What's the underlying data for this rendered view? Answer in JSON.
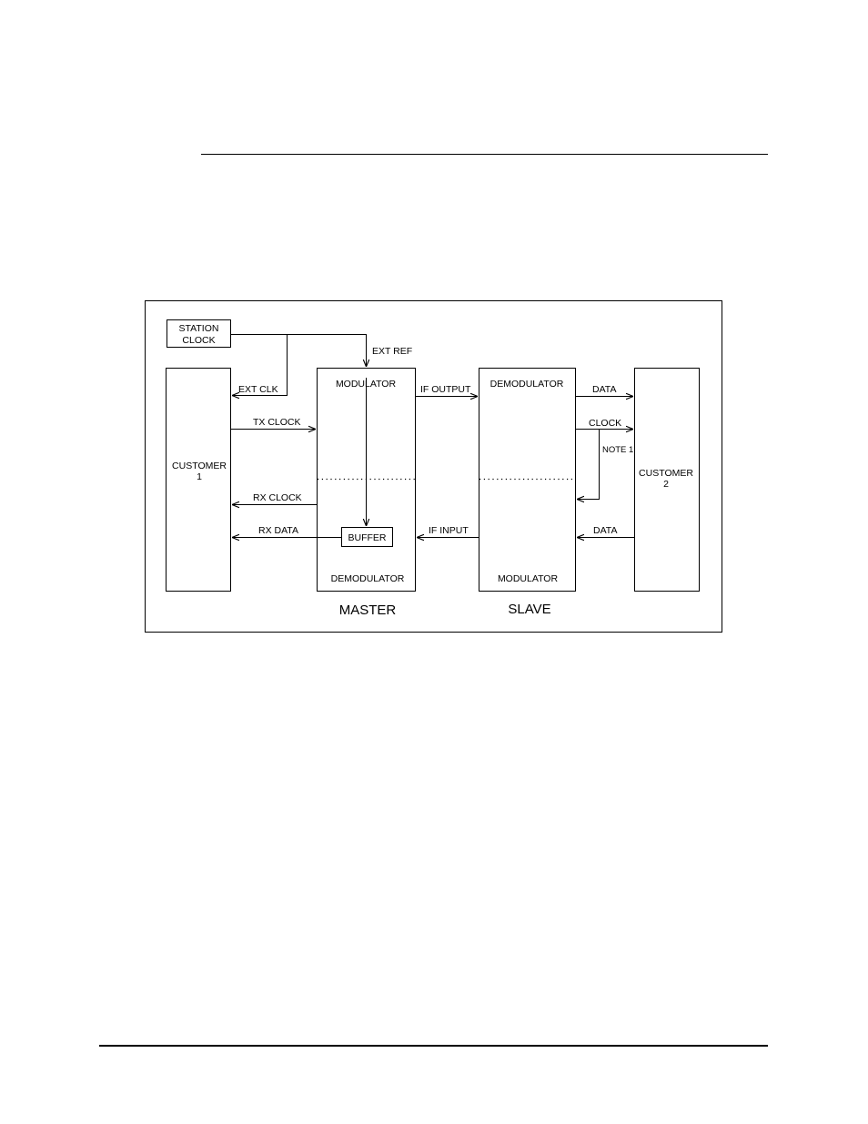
{
  "diagram": {
    "station_clock": {
      "line1": "STATION",
      "line2": "CLOCK"
    },
    "customer1": {
      "line1": "CUSTOMER",
      "line2": "1"
    },
    "customer2": {
      "line1": "CUSTOMER",
      "line2": "2"
    },
    "master": {
      "title": "MASTER",
      "modulator": "MODULATOR",
      "demodulator": "DEMODULATOR",
      "buffer": "BUFFER"
    },
    "slave": {
      "title": "SLAVE",
      "demodulator": "DEMODULATOR",
      "modulator": "MODULATOR"
    },
    "signals": {
      "ext_ref": "EXT REF",
      "ext_clk": "EXT CLK",
      "tx_clock": "TX CLOCK",
      "rx_clock": "RX CLOCK",
      "rx_data": "RX DATA",
      "if_output": "IF OUTPUT",
      "if_input": "IF INPUT",
      "data_out": "DATA",
      "clock_out": "CLOCK",
      "note1": "NOTE 1",
      "data_in": "DATA"
    }
  }
}
